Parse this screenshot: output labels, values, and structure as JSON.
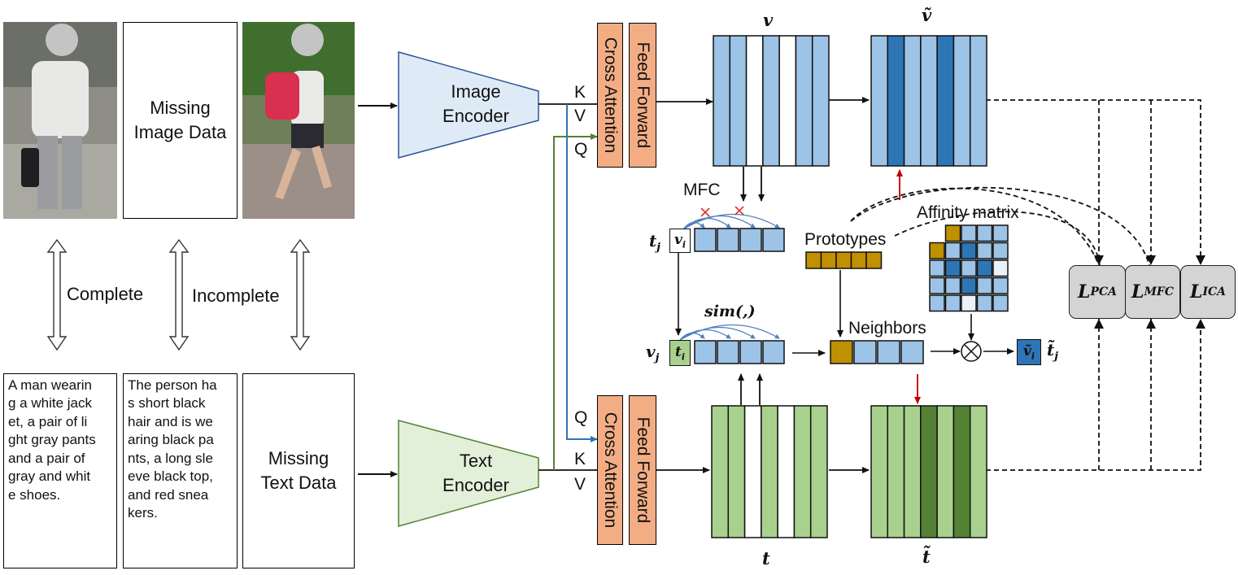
{
  "images": {
    "missing_image": "Missing\nImage Data"
  },
  "relations": {
    "complete": "Complete",
    "incomplete": "Incomplete"
  },
  "texts": {
    "caption1": "A man wearin\ng a white jack\net, a pair of li\nght gray pants\n and a pair of\ngray and whit\ne shoes.",
    "caption2": "The person ha\ns  short  black\nhair and is we\naring black pa\nnts, a long sle\neve black top,\n  and red snea\nkers.",
    "missing_text": "Missing\nText Data"
  },
  "encoders": {
    "image": "Image\nEncoder",
    "text": "Text\nEncoder"
  },
  "attention": {
    "cross": "Cross Attention",
    "ffn": "Feed Forward",
    "k": "K",
    "v": "V",
    "q": "Q"
  },
  "features": {
    "v": "v",
    "v_tilde": "ṽ",
    "t": "t",
    "t_tilde": "t̃"
  },
  "mfc_panel": {
    "mfc": "MFC",
    "prototypes": "Prototypes",
    "affinity": "Affinity matrix",
    "neighbors": "Neighbors",
    "sim": "sim(,)",
    "tj": "t",
    "tj_sub": "j",
    "vj": "v",
    "vj_sub": "j",
    "vi": "v",
    "vi_sub": "i",
    "ti": "t",
    "ti_sub": "i",
    "vi_tilde": "ṽ",
    "vi_tilde_sub": "i",
    "tj_tilde": "t̃",
    "tj_tilde_sub": "j",
    "affinity_matrix": [
      [
        "empty",
        "gold",
        "light",
        "light",
        "light"
      ],
      [
        "gold",
        "light",
        "dark",
        "light",
        "light"
      ],
      [
        "light",
        "dark",
        "light",
        "dark",
        "white"
      ],
      [
        "light",
        "light",
        "dark",
        "light",
        "light"
      ],
      [
        "light",
        "light",
        "white",
        "light",
        "light"
      ]
    ]
  },
  "losses": {
    "pca_main": "L",
    "pca_sub": "PCA",
    "mfc_main": "L",
    "mfc_sub": "MFC",
    "ica_main": "L",
    "ica_sub": "ICA"
  },
  "colors": {
    "blue_light": "#9dc3e6",
    "blue_dark": "#2e75b6",
    "green_light": "#a9d18e",
    "green_dark": "#548235",
    "gold": "#bf9000",
    "orange": "#f4b183",
    "peach": "#fbe5d6",
    "encoder_blue": "#deebf7",
    "encoder_green": "#e2f0d9",
    "loss_gray": "#d4d4d4",
    "red_arrow": "#c00000",
    "blue_line": "#2e75b6",
    "green_line": "#548235"
  }
}
